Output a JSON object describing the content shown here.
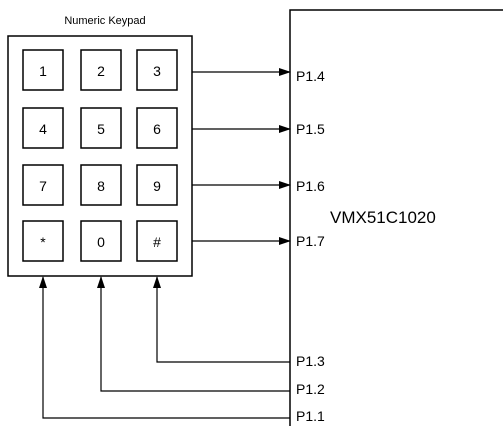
{
  "keypad": {
    "title": "Numeric Keypad",
    "keys": [
      [
        "1",
        "2",
        "3"
      ],
      [
        "4",
        "5",
        "6"
      ],
      [
        "7",
        "8",
        "9"
      ],
      [
        "*",
        "0",
        "#"
      ]
    ]
  },
  "chip": {
    "name": "VMX51C1020"
  },
  "row_pins": [
    "P1.4",
    "P1.5",
    "P1.6",
    "P1.7"
  ],
  "column_pins": [
    "P1.3",
    "P1.2",
    "P1.1"
  ]
}
